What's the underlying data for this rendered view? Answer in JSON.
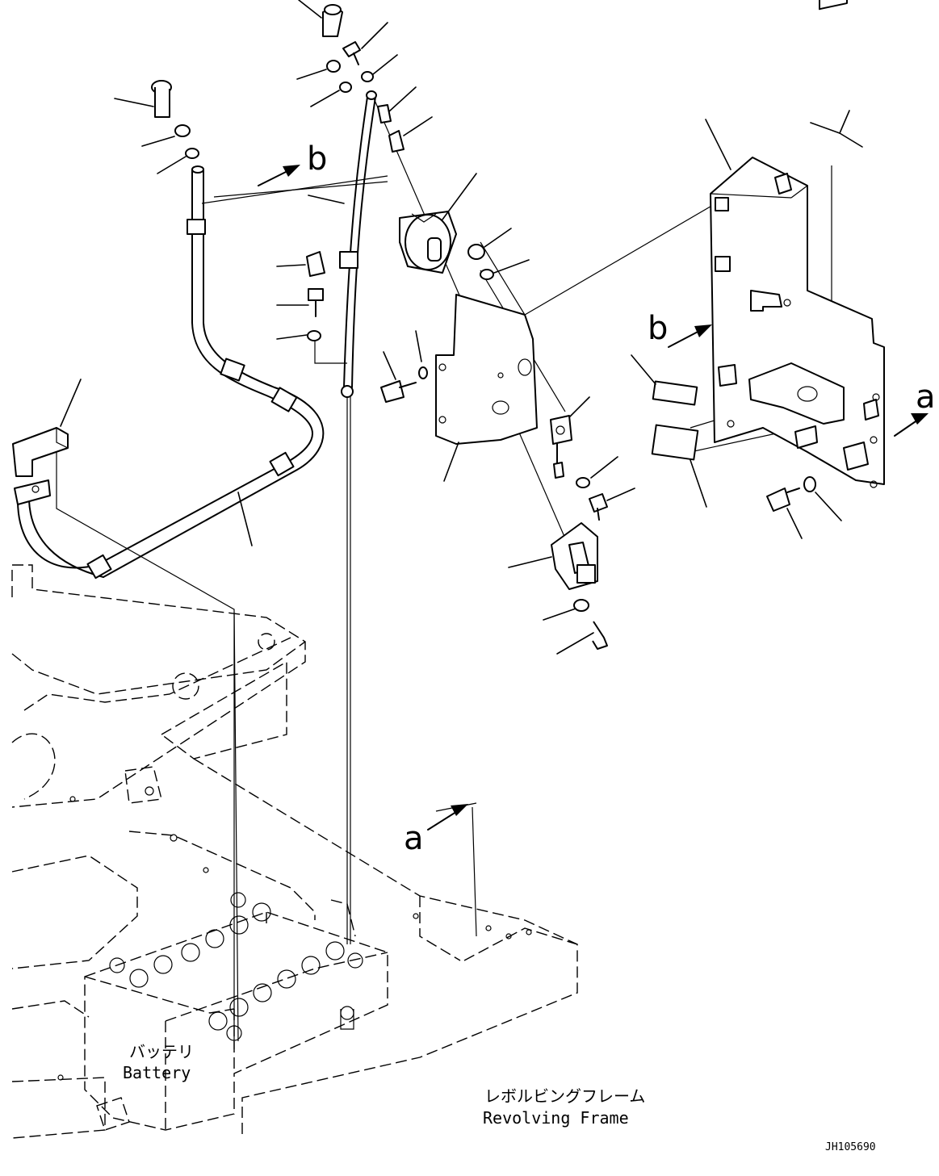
{
  "labels": {
    "battery_jp": "バッテリ",
    "battery_en": "Battery",
    "frame_jp": "レボルビングフレーム",
    "frame_en": "Revolving Frame",
    "drawing_id": "JH105690"
  },
  "view_markers": {
    "a": "a",
    "b": "b"
  }
}
